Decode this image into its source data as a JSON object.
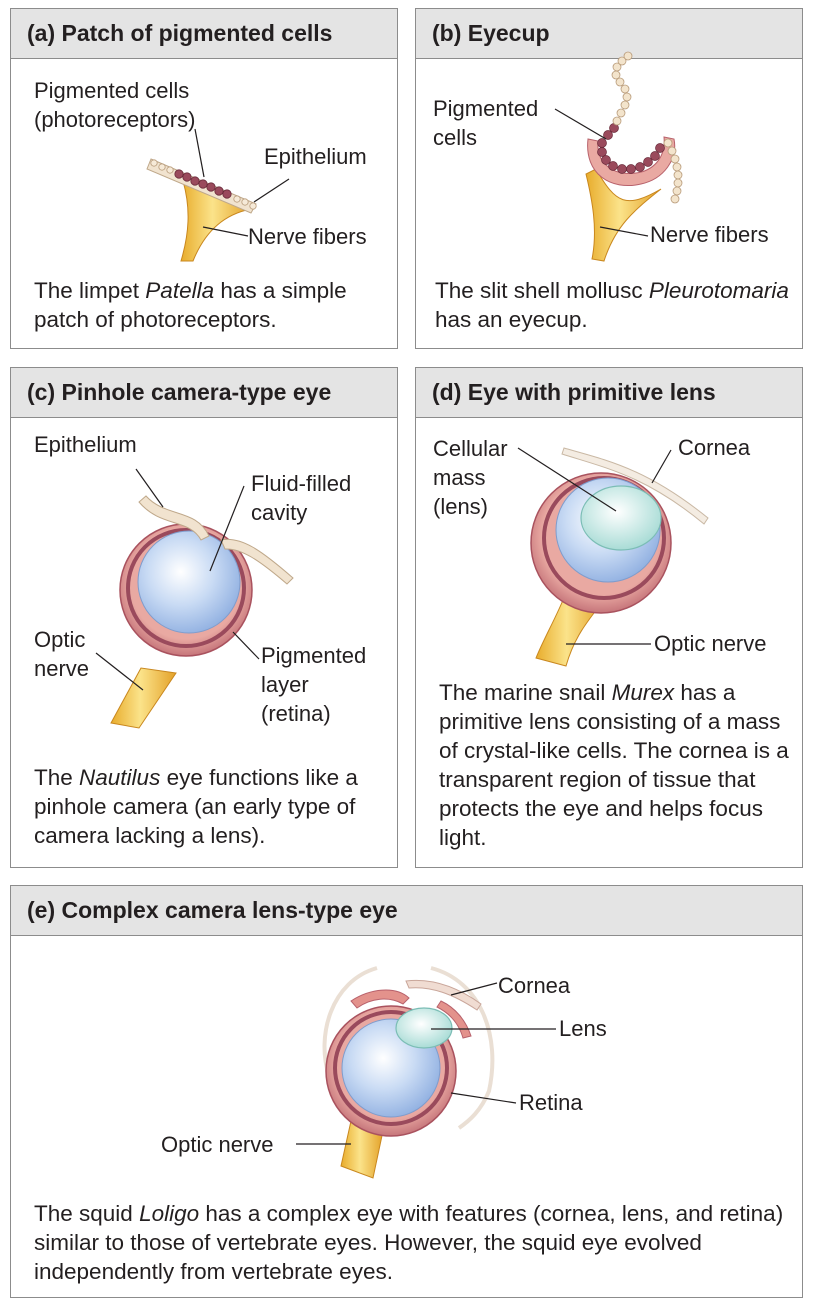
{
  "panels": {
    "a": {
      "title": "(a) Patch of pigmented cells",
      "labels": {
        "pigmented_1": "Pigmented cells",
        "pigmented_2": "(photoreceptors)",
        "epithelium": "Epithelium",
        "nerve": "Nerve fibers"
      },
      "caption": {
        "pre": "The limpet ",
        "species": "Patella",
        "post": " has a simple patch of photoreceptors."
      }
    },
    "b": {
      "title": "(b) Eyecup",
      "labels": {
        "pigmented_1": "Pigmented",
        "pigmented_2": "cells",
        "nerve": "Nerve fibers"
      },
      "caption": {
        "pre": "The slit shell mollusc ",
        "species": "Pleurotomaria",
        "post": " has an eyecup."
      }
    },
    "c": {
      "title": "(c) Pinhole camera-type eye",
      "labels": {
        "epithelium": "Epithelium",
        "fluid_1": "Fluid-filled",
        "fluid_2": "cavity",
        "optic_1": "Optic",
        "optic_2": "nerve",
        "pigment_1": "Pigmented",
        "pigment_2": "layer",
        "pigment_3": "(retina)"
      },
      "caption": {
        "pre": "The ",
        "species": "Nautilus",
        "post": " eye functions like a pinhole camera (an early type of camera lacking a lens)."
      }
    },
    "d": {
      "title": "(d) Eye with primitive lens",
      "labels": {
        "cellular_1": "Cellular",
        "cellular_2": "mass",
        "cellular_3": "(lens)",
        "cornea": "Cornea",
        "optic": "Optic nerve"
      },
      "caption": {
        "pre": "The marine snail ",
        "species": "Murex",
        "post": " has a primitive lens consisting of a mass of crystal-like cells. The cornea is a transparent region of tissue that protects the eye and helps focus light."
      }
    },
    "e": {
      "title": "(e) Complex camera lens-type eye",
      "labels": {
        "cornea": "Cornea",
        "lens": "Lens",
        "retina": "Retina",
        "optic": "Optic nerve"
      },
      "caption": {
        "pre": "The squid ",
        "species": "Loligo",
        "post": " has a complex eye with features (cornea, lens, and retina) similar to those of vertebrate eyes. However, the squid eye evolved independently from vertebrate eyes."
      }
    }
  },
  "colors": {
    "panel_border": "#8c8c8c",
    "header_fill": "#e4e4e4",
    "nerve": "#f2c84b",
    "pigment": "#9a4a5c",
    "retina": "#d98c8a",
    "cavity": "#b7cdee",
    "lens": "#d6f0ee",
    "epithelium": "#f1e3cf"
  }
}
